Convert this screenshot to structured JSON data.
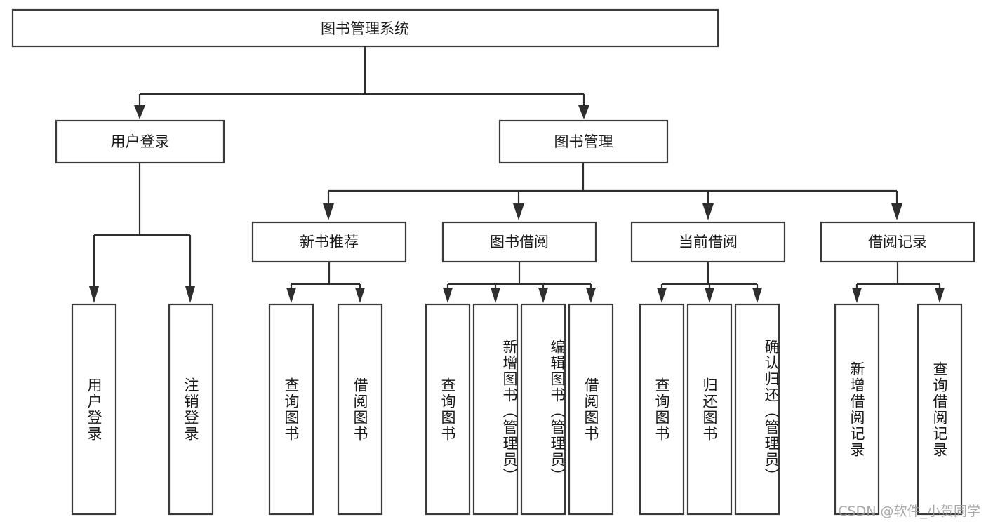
{
  "diagram": {
    "title": "图书管理系统",
    "type": "tree",
    "watermark": "CSDN @软件_小贺同学",
    "root": {
      "id": "root",
      "label": "图书管理系统"
    },
    "level1": [
      {
        "id": "user-login",
        "label": "用户登录"
      },
      {
        "id": "book-manage",
        "label": "图书管理"
      }
    ],
    "level2": [
      {
        "id": "new-book-recommend",
        "label": "新书推荐",
        "parent": "book-manage"
      },
      {
        "id": "book-borrow",
        "label": "图书借阅",
        "parent": "book-manage"
      },
      {
        "id": "current-borrow",
        "label": "当前借阅",
        "parent": "book-manage"
      },
      {
        "id": "borrow-record",
        "label": "借阅记录",
        "parent": "book-manage"
      }
    ],
    "leaves": {
      "user-login": [
        {
          "id": "leaf-user-login",
          "label": "用户登录"
        },
        {
          "id": "leaf-logout-login",
          "label": "注销登录"
        }
      ],
      "new-book-recommend": [
        {
          "id": "leaf-query-book-1",
          "label": "查询图书"
        },
        {
          "id": "leaf-borrow-book-1",
          "label": "借阅图书"
        }
      ],
      "book-borrow": [
        {
          "id": "leaf-query-book-2",
          "label": "查询图书"
        },
        {
          "id": "leaf-add-book-admin",
          "label": "新增图书（管理员）"
        },
        {
          "id": "leaf-edit-book-admin",
          "label": "编辑图书（管理员）"
        },
        {
          "id": "leaf-borrow-book-2",
          "label": "借阅图书"
        }
      ],
      "current-borrow": [
        {
          "id": "leaf-query-book-3",
          "label": "查询图书"
        },
        {
          "id": "leaf-return-book",
          "label": "归还图书"
        },
        {
          "id": "leaf-confirm-return-admin",
          "label": "确认归还（管理员）"
        }
      ],
      "borrow-record": [
        {
          "id": "leaf-add-borrow-record",
          "label": "新增借阅记录"
        },
        {
          "id": "leaf-query-borrow-record",
          "label": "查询借阅记录"
        }
      ]
    },
    "colors": {
      "box_stroke": "#3a3a3a",
      "box_fill": "#ffffff",
      "line": "#2e2e2e",
      "text": "#1a1a1a",
      "watermark": "#9a9a9a",
      "background": "#ffffff"
    }
  }
}
